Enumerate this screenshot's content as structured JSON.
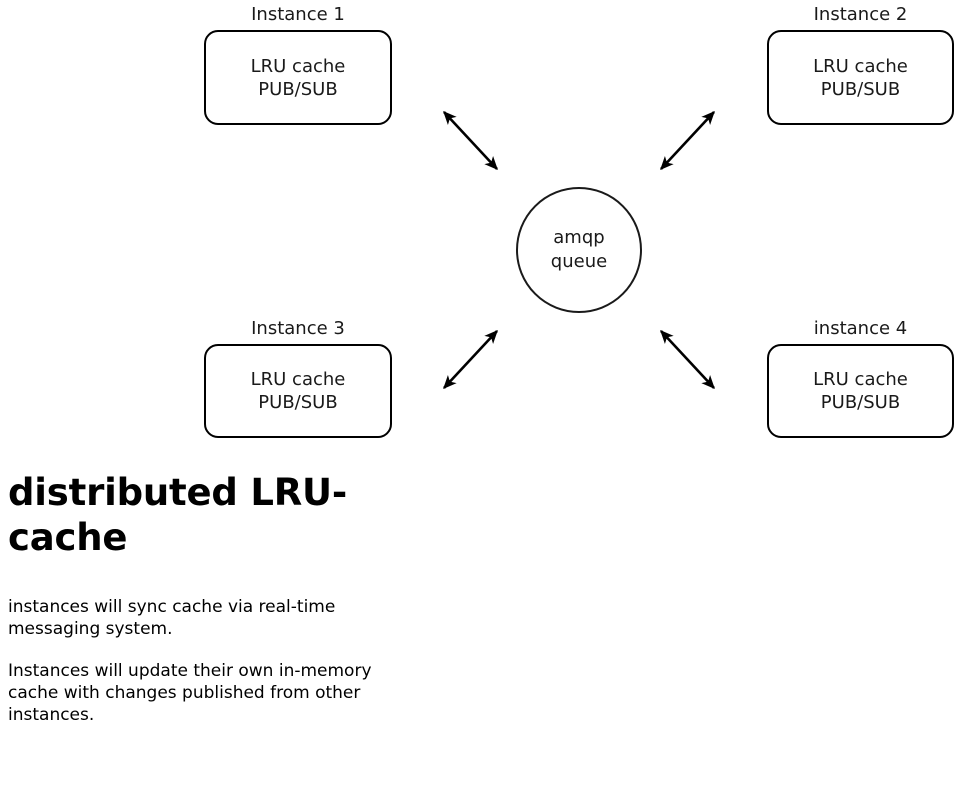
{
  "diagram": {
    "nodes": [
      {
        "id": "instance-1",
        "label": "Instance 1",
        "line1": "LRU cache",
        "line2": "PUB/SUB"
      },
      {
        "id": "instance-2",
        "label": "Instance 2",
        "line1": "LRU cache",
        "line2": "PUB/SUB"
      },
      {
        "id": "instance-3",
        "label": "Instance 3",
        "line1": "LRU cache",
        "line2": "PUB/SUB"
      },
      {
        "id": "instance-4",
        "label": "instance 4",
        "line1": "LRU cache",
        "line2": "PUB/SUB"
      }
    ],
    "queue": {
      "line1": "amqp",
      "line2": "queue"
    },
    "connectors": [
      {
        "id": "arrow-instance-1",
        "from": "instance-1",
        "to": "amqp-queue",
        "style": "double-headed"
      },
      {
        "id": "arrow-instance-2",
        "from": "instance-2",
        "to": "amqp-queue",
        "style": "double-headed"
      },
      {
        "id": "arrow-instance-3",
        "from": "instance-3",
        "to": "amqp-queue",
        "style": "double-headed"
      },
      {
        "id": "arrow-instance-4",
        "from": "instance-4",
        "to": "amqp-queue",
        "style": "double-headed"
      }
    ],
    "stroke_color": "#000000",
    "text_color": "#1a1a1a",
    "background_color": "#ffffff"
  },
  "text": {
    "heading": "distributed LRU-cache",
    "paragraph_1": "instances will sync cache via real-time messaging system.",
    "paragraph_2": "Instances will update their own in-memory cache with changes published from other instances."
  }
}
